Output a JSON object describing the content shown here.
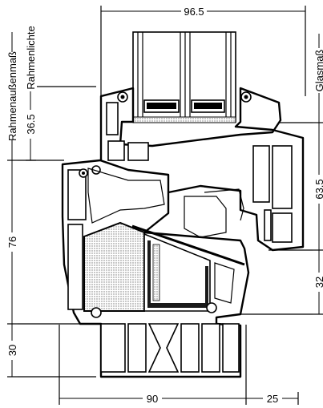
{
  "dimensions": {
    "top_width": "96.5",
    "bottom_frame": "90",
    "bottom_overlap": "25",
    "right_glass_upper": "63.5",
    "right_glass_lower": "32",
    "left_outer_total": "76",
    "left_outer_bottom": "30",
    "left_inner_top": "36.5"
  },
  "labels": {
    "rahmenaussenmass": "Rahmenaußenmaß",
    "rahmenlichte": "Rahmenlichte",
    "glasmass": "Glasmaß"
  },
  "colors": {
    "line": "#000000",
    "background": "#ffffff",
    "insulation": "#dcdcdc",
    "steel": "#1a1a1a"
  }
}
